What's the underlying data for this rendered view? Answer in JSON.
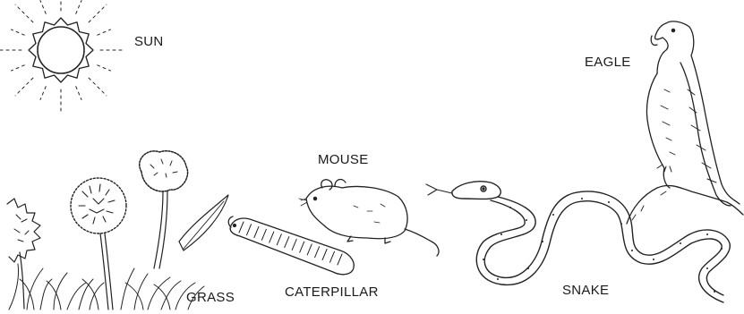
{
  "labels": {
    "sun": "SUN",
    "eagle": "EAGLE",
    "mouse": "MOUSE",
    "grass": "GRASS",
    "caterpillar": "CATERPILLAR",
    "snake": "SNAKE"
  },
  "colors": {
    "ink": "#222222",
    "background": "#ffffff"
  }
}
